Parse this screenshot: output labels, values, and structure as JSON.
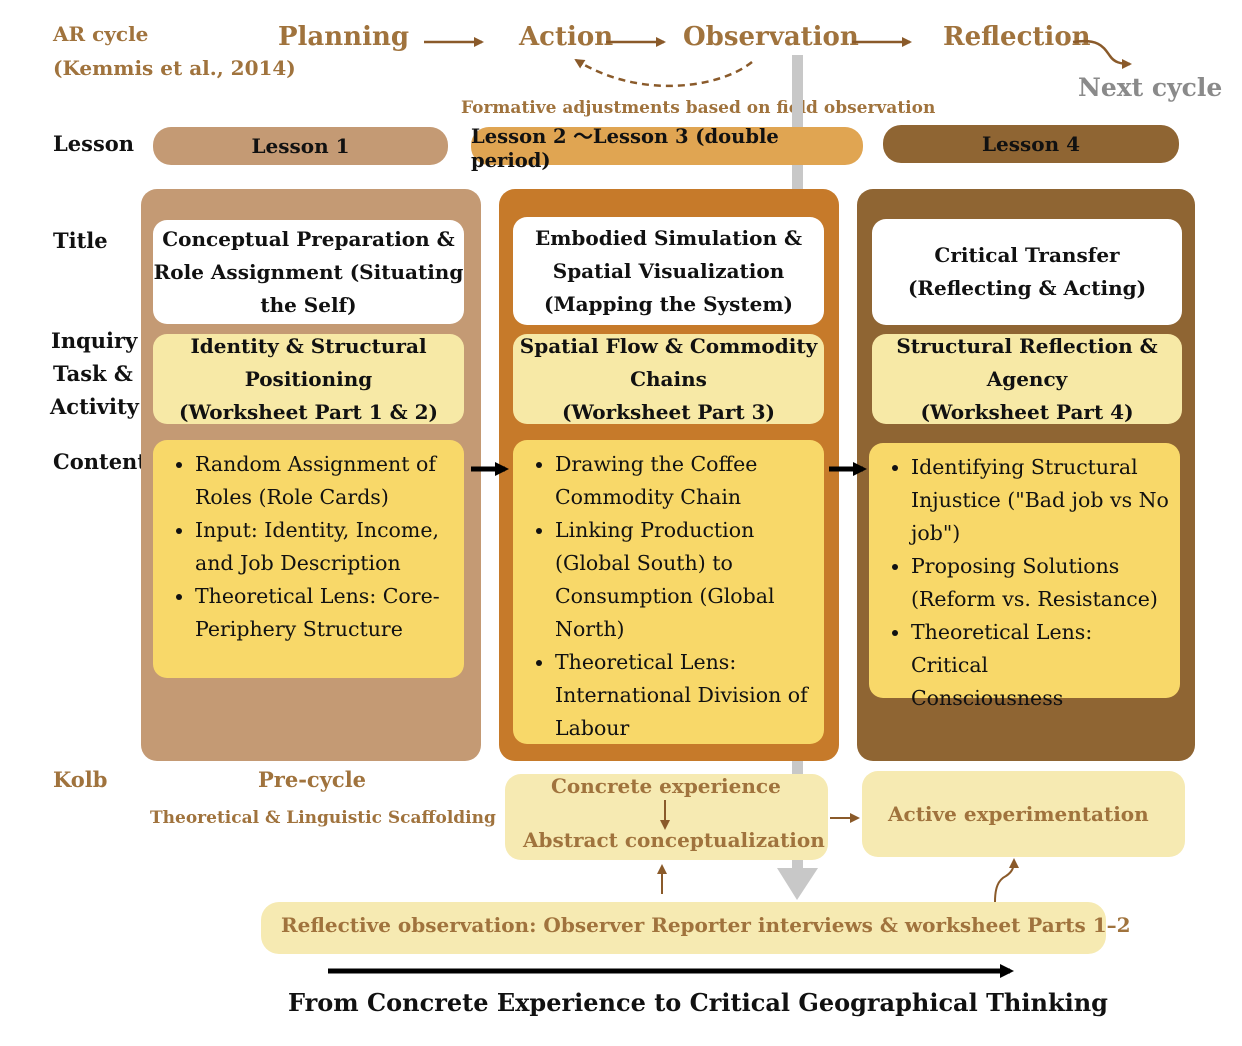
{
  "ar_cycle": {
    "label_line1": "AR cycle",
    "label_line2": "(Kemmis et al., 2014)",
    "phases": [
      "Planning",
      "Action",
      "Observation",
      "Reflection"
    ],
    "next": "Next cycle",
    "formative_note": "Formative adjustments based on field observation"
  },
  "row_labels": {
    "lesson": "Lesson",
    "title": "Title",
    "inquiry": [
      "Inquiry",
      "Task &",
      "Activity"
    ],
    "content": "Content",
    "kolb": "Kolb"
  },
  "columns": [
    {
      "lesson": "Lesson 1",
      "title": [
        "Conceptual Preparation &",
        "Role Assignment (Situating",
        "the Self)"
      ],
      "inquiry": [
        "Identity & Structural",
        "Positioning",
        "(Worksheet Part 1 & 2)"
      ],
      "content": [
        [
          "Random Assignment of",
          "Roles (Role Cards)"
        ],
        [
          "Input: Identity, Income,",
          "and Job Description"
        ],
        [
          "Theoretical Lens: Core-",
          "Periphery Structure"
        ]
      ]
    },
    {
      "lesson": "Lesson 2 〜Lesson 3 (double period)",
      "title": [
        "Embodied Simulation &",
        "Spatial Visualization",
        "(Mapping the System)"
      ],
      "inquiry": [
        "Spatial Flow & Commodity",
        "Chains",
        "(Worksheet Part 3)"
      ],
      "content": [
        [
          "Drawing the Coffee",
          "Commodity Chain"
        ],
        [
          "Linking Production",
          "(Global South) to",
          "Consumption (Global",
          "North)"
        ],
        [
          "Theoretical Lens:",
          "International Division of",
          "Labour"
        ]
      ]
    },
    {
      "lesson": "Lesson 4",
      "title": [
        "Critical Transfer",
        "(Reflecting & Acting)"
      ],
      "inquiry": [
        "Structural Reflection &",
        "Agency",
        "(Worksheet Part 4)"
      ],
      "content": [
        [
          "Identifying Structural",
          "Injustice (\"Bad job vs No",
          "job\")"
        ],
        [
          "Proposing Solutions",
          "(Reform vs. Resistance)"
        ],
        [
          "Theoretical Lens: Critical",
          "Consciousness"
        ]
      ]
    }
  ],
  "kolb": {
    "precycle": "Pre-cycle",
    "scaffolding": "Theoretical & Linguistic Scaffolding",
    "concrete": "Concrete experience",
    "abstract": "Abstract conceptualization",
    "active": "Active experimentation",
    "reflective": "Reflective observation: Observer Reporter interviews & worksheet Parts 1–2"
  },
  "footer": "From Concrete Experience to Critical Geographical Thinking",
  "colors": {
    "ar_text": "#a0733d",
    "lesson1": "#c49a74",
    "lesson2": "#c67a2a",
    "lesson4": "#8f6533",
    "lesson2_pill": "#e0a552",
    "card_cream": "#f7e9a6",
    "card_yellow": "#f8d869",
    "kolb_box": "#f6eab2"
  }
}
